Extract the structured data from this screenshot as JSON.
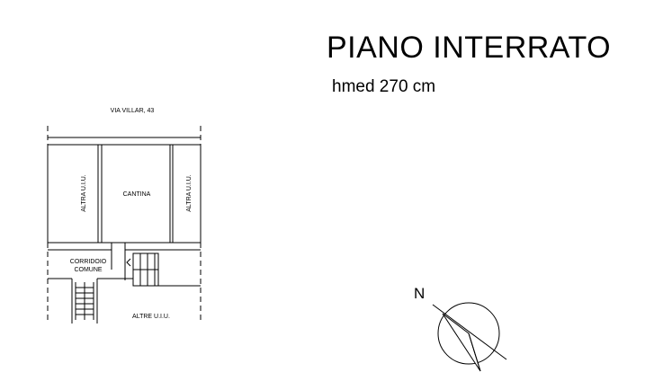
{
  "heading": {
    "title": "PIANO INTERRATO",
    "subtitle": "hmed 270 cm"
  },
  "plan": {
    "street_label": "VIA VILLAR, 43",
    "rooms": {
      "left": "ALTRA U.I.U.",
      "center": "CANTINA",
      "right": "ALTRA U.I.U.",
      "corridor_line1": "CORRIDOIO",
      "corridor_line2": "COMUNE",
      "bottom": "ALTRE U.I.U."
    }
  },
  "compass": {
    "north_label": "N"
  }
}
